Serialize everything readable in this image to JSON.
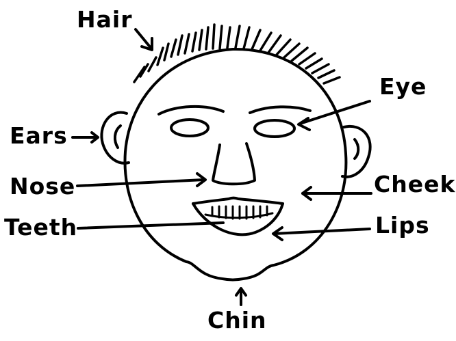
{
  "diagram": {
    "labels": {
      "hair": "Hair",
      "eye": "Eye",
      "ears": "Ears",
      "nose": "Nose",
      "cheek": "Cheek",
      "teeth": "Teeth",
      "lips": "Lips",
      "chin": "Chin"
    },
    "colors": {
      "ink": "#000000",
      "paper": "#ffffff"
    }
  }
}
